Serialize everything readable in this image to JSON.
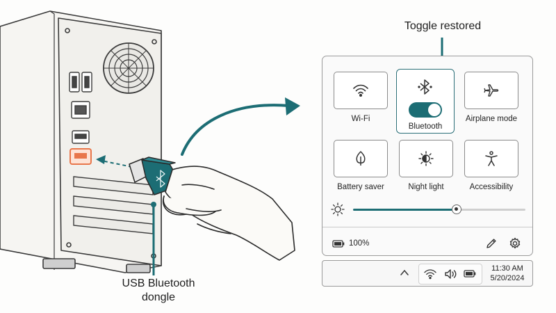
{
  "callouts": {
    "toggle": "Toggle restored",
    "dongle": "USB Bluetooth\ndongle"
  },
  "quick_settings": {
    "tiles": [
      {
        "label": "Wi-Fi",
        "icon": "wifi-icon",
        "active": false
      },
      {
        "label": "Bluetooth",
        "icon": "bluetooth-icon",
        "active": true,
        "toggle_on": true
      },
      {
        "label": "Airplane mode",
        "icon": "airplane-icon",
        "active": false
      },
      {
        "label": "Battery saver",
        "icon": "battery-saver-icon",
        "active": false
      },
      {
        "label": "Night light",
        "icon": "night-light-icon",
        "active": false
      },
      {
        "label": "Accessibility",
        "icon": "accessibility-icon",
        "active": false
      }
    ],
    "brightness": {
      "icon": "brightness-icon",
      "level": 0.6
    },
    "battery": {
      "icon": "battery-icon",
      "percent": "100%"
    },
    "edit_icon": "pencil-icon",
    "settings_icon": "gear-icon"
  },
  "taskbar": {
    "chevron_icon": "chevron-up-icon",
    "tray_icons": [
      "wifi-icon",
      "volume-icon",
      "battery-icon"
    ],
    "time": "11:30 AM",
    "date": "5/20/2024"
  },
  "colors": {
    "accent": "#1c6d74",
    "port_highlight": "#e8764a",
    "line": "#333333"
  }
}
